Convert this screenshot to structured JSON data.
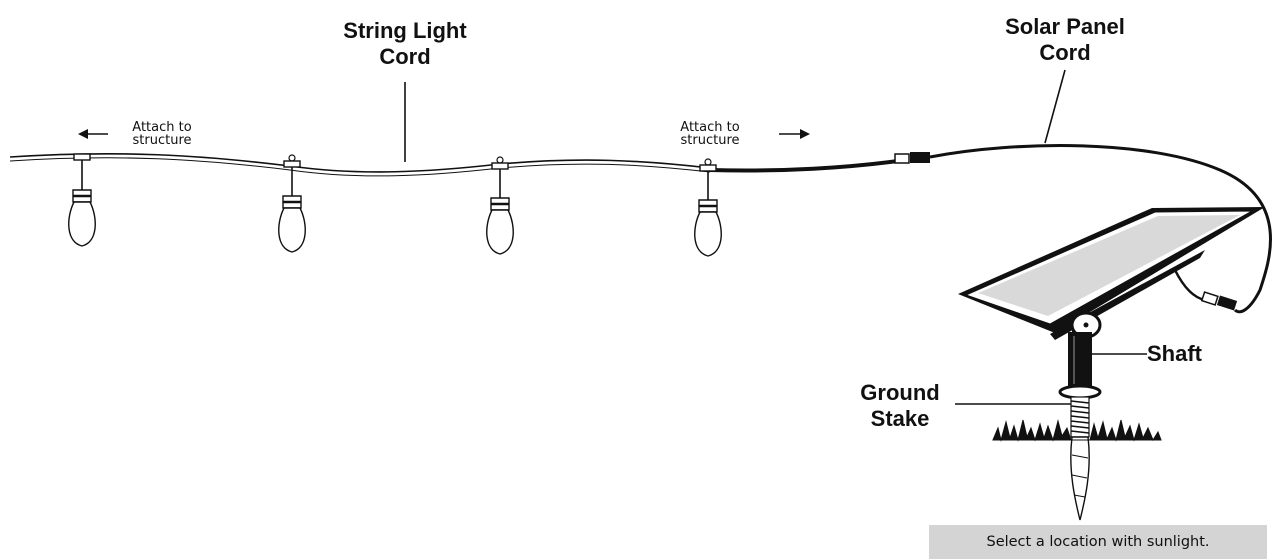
{
  "labels": {
    "string_light_cord": [
      "String Light",
      "Cord"
    ],
    "solar_panel_cord": [
      "Solar Panel",
      "Cord"
    ],
    "attach_left": [
      "Attach to",
      "structure"
    ],
    "attach_right": [
      "Attach to",
      "structure"
    ],
    "shaft": "Shaft",
    "ground_stake": [
      "Ground",
      "Stake"
    ]
  },
  "caption": "Select a location with sunlight.",
  "colors": {
    "line": "#111111",
    "caption_bg": "#d4d4d4",
    "panel_glass": "#d9d9d9"
  },
  "icons": [
    "arrow-left-icon",
    "arrow-right-icon",
    "light-bulb-icon",
    "solar-panel-icon",
    "grass-icon"
  ]
}
